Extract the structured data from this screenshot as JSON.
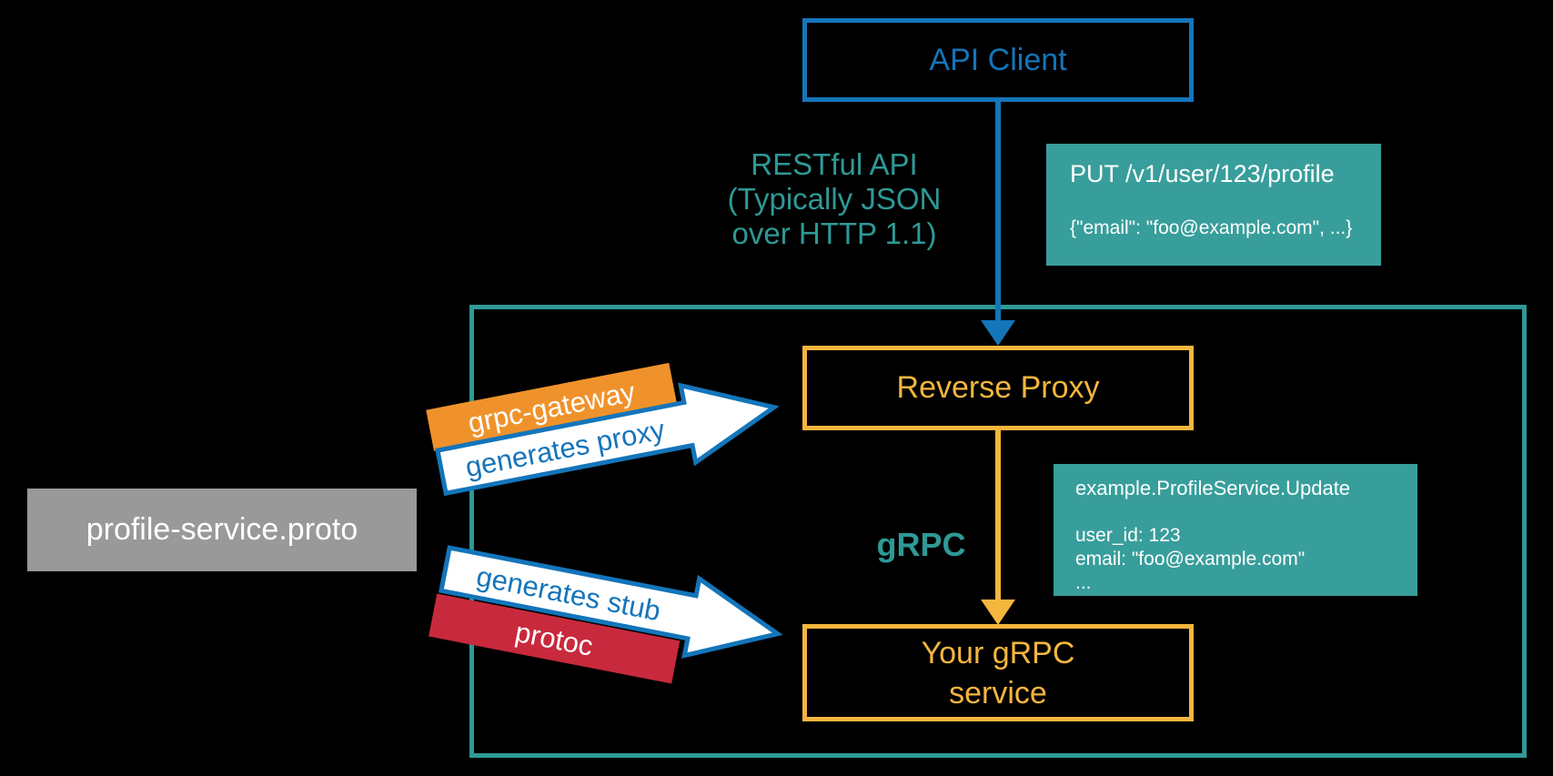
{
  "colors": {
    "background": "#000000",
    "blue": "#1475BA",
    "teal": "#2E9996",
    "teal_fill": "#389E9B",
    "yellow": "#F4B63D",
    "orange": "#F0922B",
    "red": "#C8293C",
    "gray": "#999999",
    "white": "#FFFFFF"
  },
  "nodes": {
    "api_client": {
      "label": "API Client"
    },
    "reverse_proxy": {
      "label": "Reverse Proxy"
    },
    "grpc_service": {
      "line1": "Your gRPC",
      "line2": "service"
    },
    "proto_file": {
      "label": "profile-service.proto"
    }
  },
  "annotations": {
    "restful_api": {
      "line1": "RESTful API",
      "line2": "(Typically JSON",
      "line3": "over HTTP 1.1)"
    },
    "grpc_label": "gRPC"
  },
  "code_boxes": {
    "http_request": {
      "title": "PUT /v1/user/123/profile",
      "body": "{\"email\": \"foo@example.com\", ...}"
    },
    "grpc_request": {
      "title": "example.ProfileService.Update",
      "lines": [
        "user_id: 123",
        "email: \"foo@example.com\"",
        "..."
      ]
    }
  },
  "arrows": {
    "gateway": {
      "banner": "grpc-gateway",
      "label": "generates proxy"
    },
    "protoc": {
      "banner": "protoc",
      "label": "generates stub"
    }
  }
}
